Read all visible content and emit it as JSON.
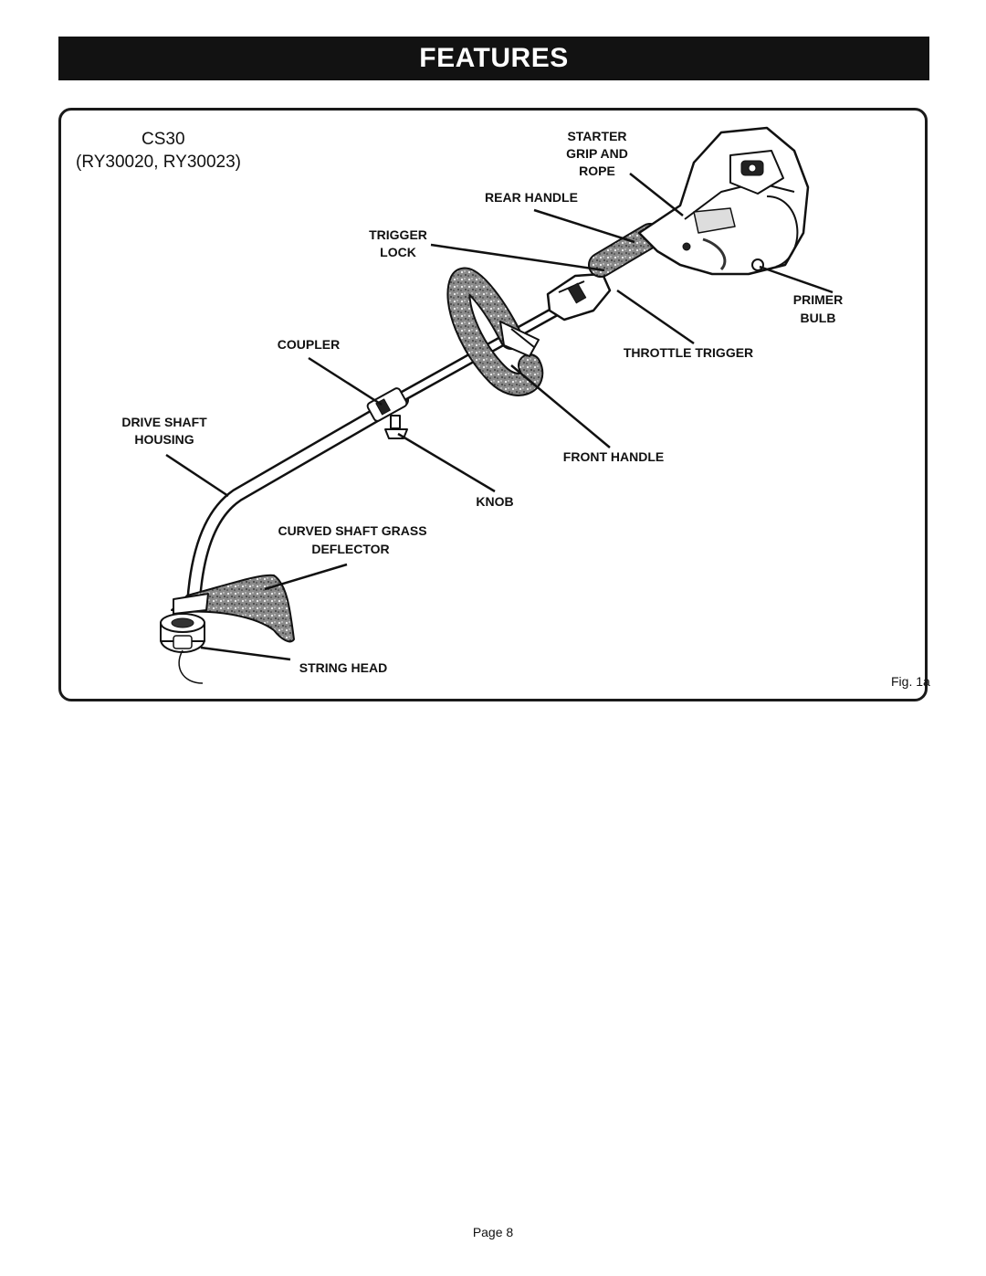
{
  "header": {
    "title": "FEATURES"
  },
  "model": {
    "line1": "CS30",
    "line2": "(RY30020, RY30023)"
  },
  "callouts": {
    "starter_grip_rope": [
      "STARTER",
      "GRIP AND",
      "ROPE"
    ],
    "rear_handle": "REAR HANDLE",
    "trigger_lock": [
      "TRIGGER",
      "LOCK"
    ],
    "primer_bulb": [
      "PRIMER",
      "BULB"
    ],
    "coupler": "COUPLER",
    "throttle_trigger": "THROTTLE TRIGGER",
    "drive_shaft_housing": [
      "DRIVE SHAFT",
      "HOUSING"
    ],
    "front_handle": "FRONT HANDLE",
    "knob": "KNOB",
    "curved_shaft_grass_deflector": [
      "CURVED SHAFT GRASS",
      "DEFLECTOR"
    ],
    "string_head": "STRING HEAD"
  },
  "figure_label": "Fig. 1a",
  "footer": {
    "page": "Page 8"
  }
}
